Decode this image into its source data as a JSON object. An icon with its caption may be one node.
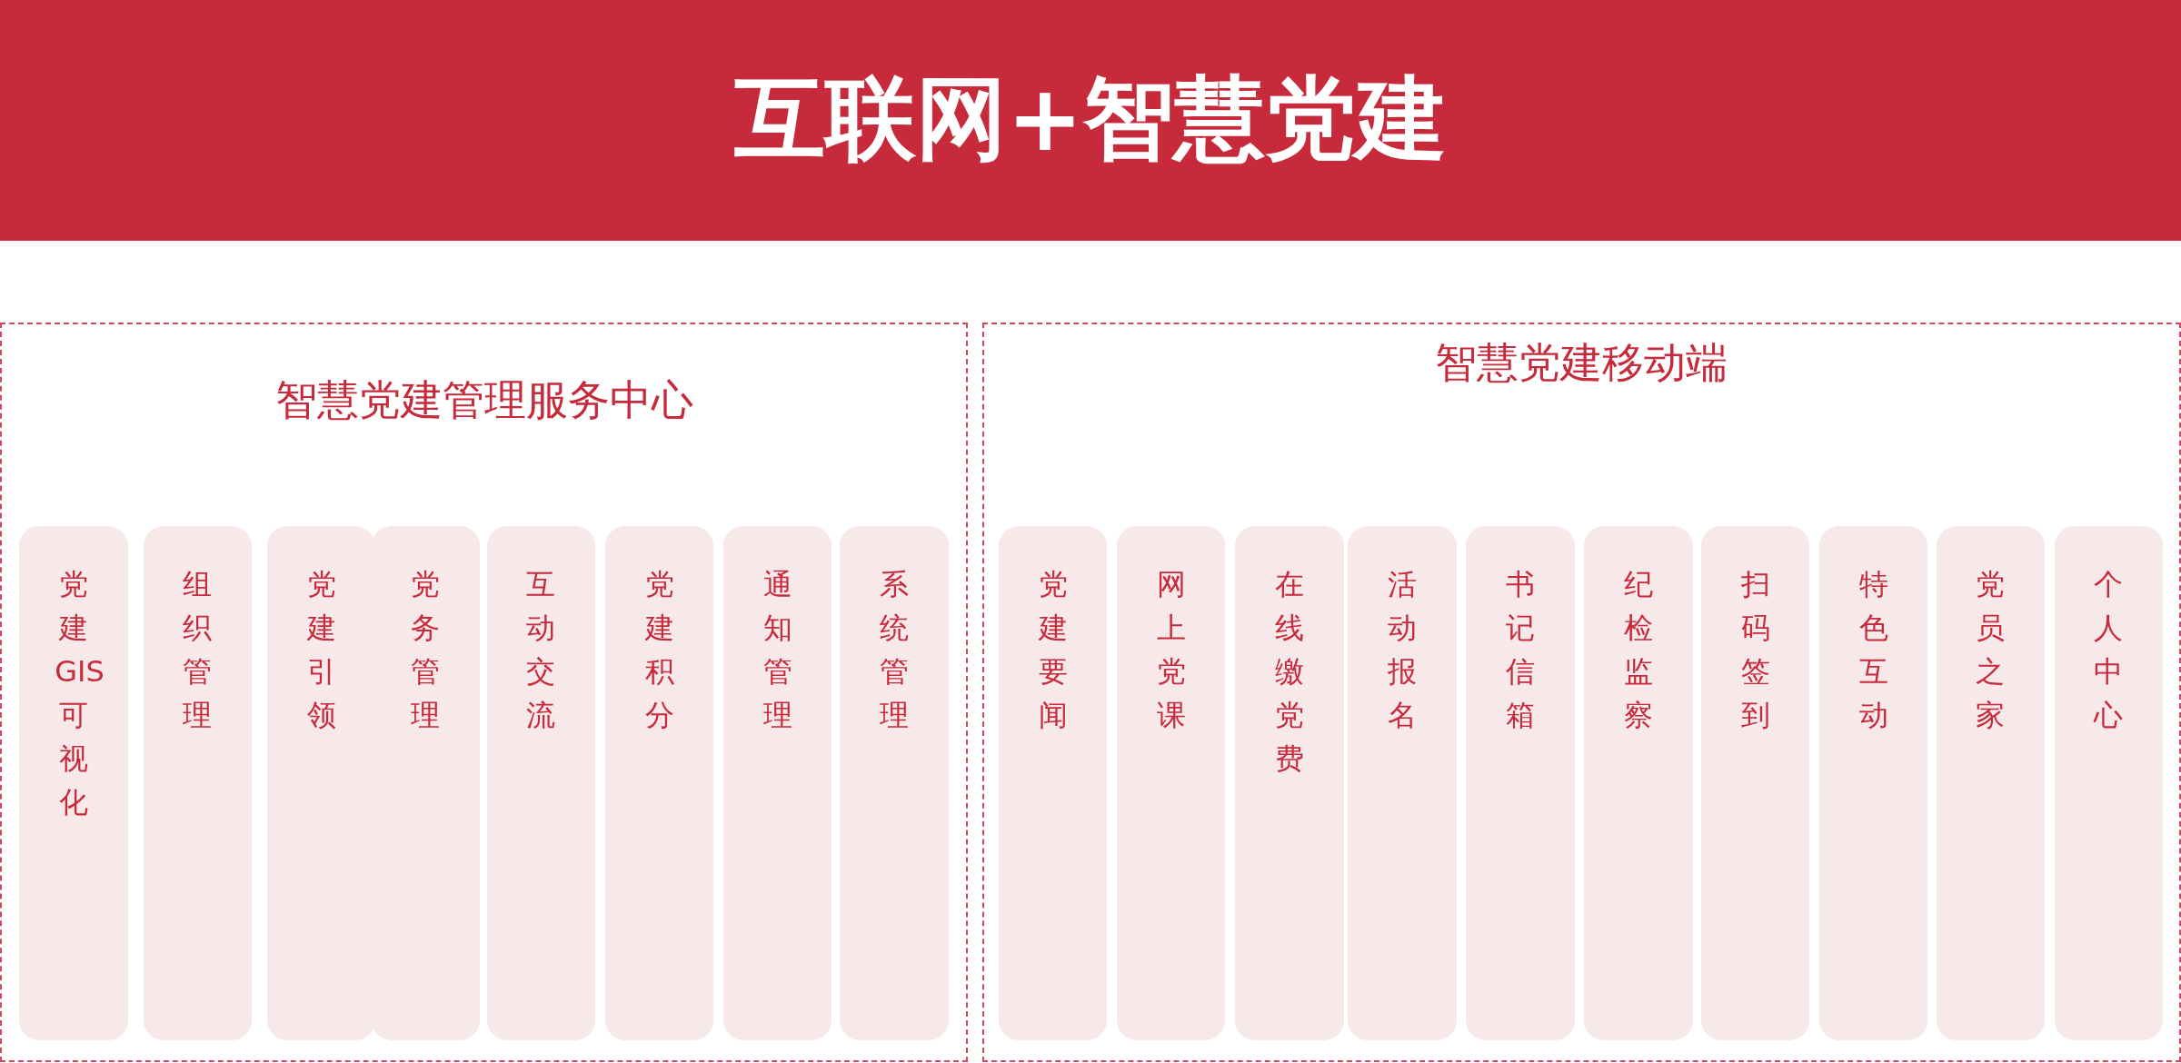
{
  "diagram": {
    "title": "互联网+智慧党建",
    "nodes": [
      {
        "text": [
          "智慧党建管理服务中心"
        ]
      },
      {
        "text": [
          "党建GIS可视化"
        ],
        "in": 0
      },
      {
        "text": [
          "组织管理"
        ],
        "in": 0
      },
      {
        "text": [
          "党建引领"
        ],
        "in": 0
      },
      {
        "text": [
          "党务管理"
        ],
        "in": 0
      },
      {
        "text": [
          "互动交流"
        ],
        "in": 0
      },
      {
        "text": [
          "党建积分"
        ],
        "in": 0
      },
      {
        "text": [
          "通知管理"
        ],
        "in": 0
      },
      {
        "text": [
          "系统管理"
        ],
        "in": 0
      },
      {
        "text": [
          "智慧党建移动端"
        ]
      },
      {
        "text": [
          "党建要闻"
        ],
        "in": 9
      },
      {
        "text": [
          "网上党课"
        ],
        "in": 9
      },
      {
        "text": [
          "在线缴党费"
        ],
        "in": 9
      },
      {
        "text": [
          "活动报名"
        ],
        "in": 9
      },
      {
        "text": [
          "书记信箱"
        ],
        "in": 9
      },
      {
        "text": [
          "纪检监察"
        ],
        "in": 9
      },
      {
        "text": [
          "扫码签到"
        ],
        "in": 9
      },
      {
        "text": [
          "特色互动"
        ],
        "in": 9
      },
      {
        "text": [
          "党员之家"
        ],
        "in": 9
      },
      {
        "text": [
          "个人中心"
        ],
        "in": 9
      }
    ]
  }
}
